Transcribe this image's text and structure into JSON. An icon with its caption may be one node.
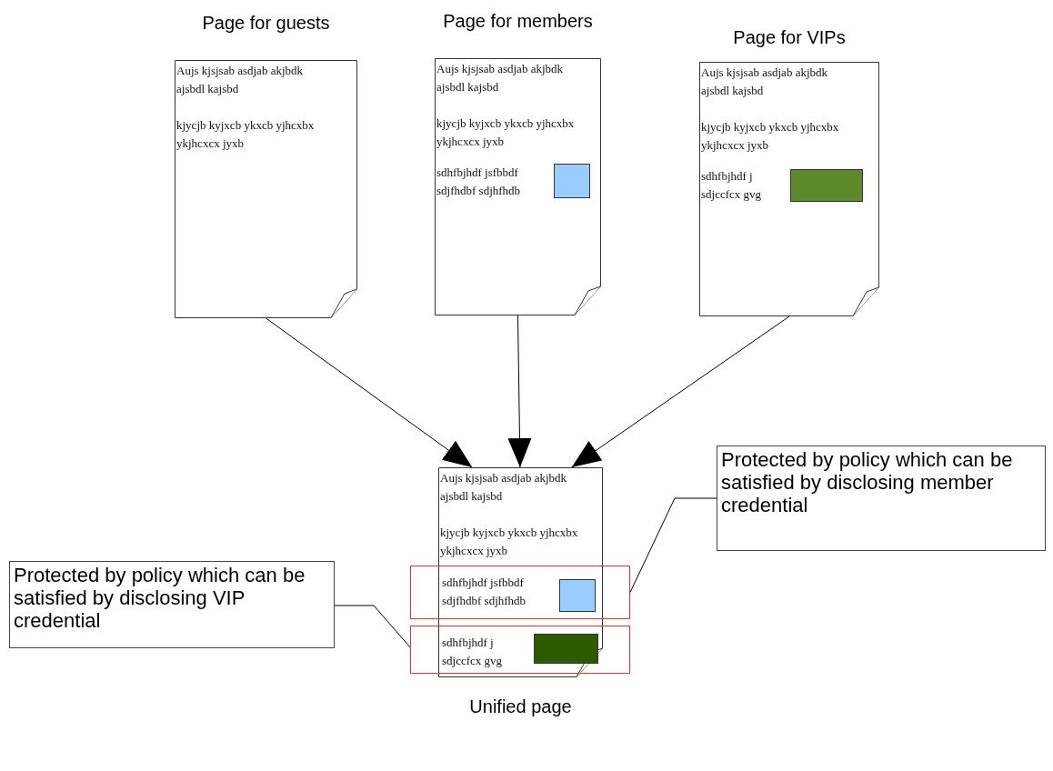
{
  "diagram": {
    "nodes": [
      {
        "text": [
          "Page for guests",
          "Aujs kjsjsab asdjab akjbdk ajsbdl kajsbd",
          "kjycjb kyjxcb ykxcb yjhcxbx ykjhcxcx jyxb"
        ]
      },
      {
        "text": [
          "Page for members",
          "Aujs kjsjsab asdjab akjbdk ajsbdl kajsbd",
          "kjycjb kyjxcb ykxcb yjhcxbx ykjhcxcx jyxb",
          "sdhfbjhdf jsfbbdf sdjfhdbf sdjhfhdb"
        ]
      },
      {
        "text": [
          "Page for VIPs",
          "Aujs kjsjsab asdjab akjbdk ajsbdl kajsbd",
          "kjycjb kyjxcb ykxcb yjhcxbx ykjhcxcx jyxb",
          "sdhfbjhdf j sdjccfcx gvg"
        ]
      },
      {
        "text": [
          "Aujs kjsjsab asdjab akjbdk ajsbdl kajsbd",
          "kjycjb kyjxcb ykxcb yjhcxbx ykjhcxcx jyxb",
          "Unified page"
        ]
      },
      {
        "text": [
          "sdhfbjhdf jsfbbdf sdjfhdbf sdjhfhdb"
        ]
      },
      {
        "text": [
          "sdhfbjhdf j sdjccfcx gvg"
        ]
      },
      {
        "text": [
          "Protected by policy which can be satisfied by disclosing member credential"
        ]
      },
      {
        "text": [
          "Protected by policy which can be satisfied by disclosing VIP credential"
        ]
      }
    ],
    "edges": [
      {
        "from": 0,
        "to": 3,
        "arrow": "to"
      },
      {
        "from": 1,
        "to": 3,
        "arrow": "to"
      },
      {
        "from": 2,
        "to": 3,
        "arrow": "to"
      },
      {
        "from": 6,
        "to": 4,
        "arrow": "none"
      },
      {
        "from": 7,
        "to": 5,
        "arrow": "none"
      }
    ]
  }
}
